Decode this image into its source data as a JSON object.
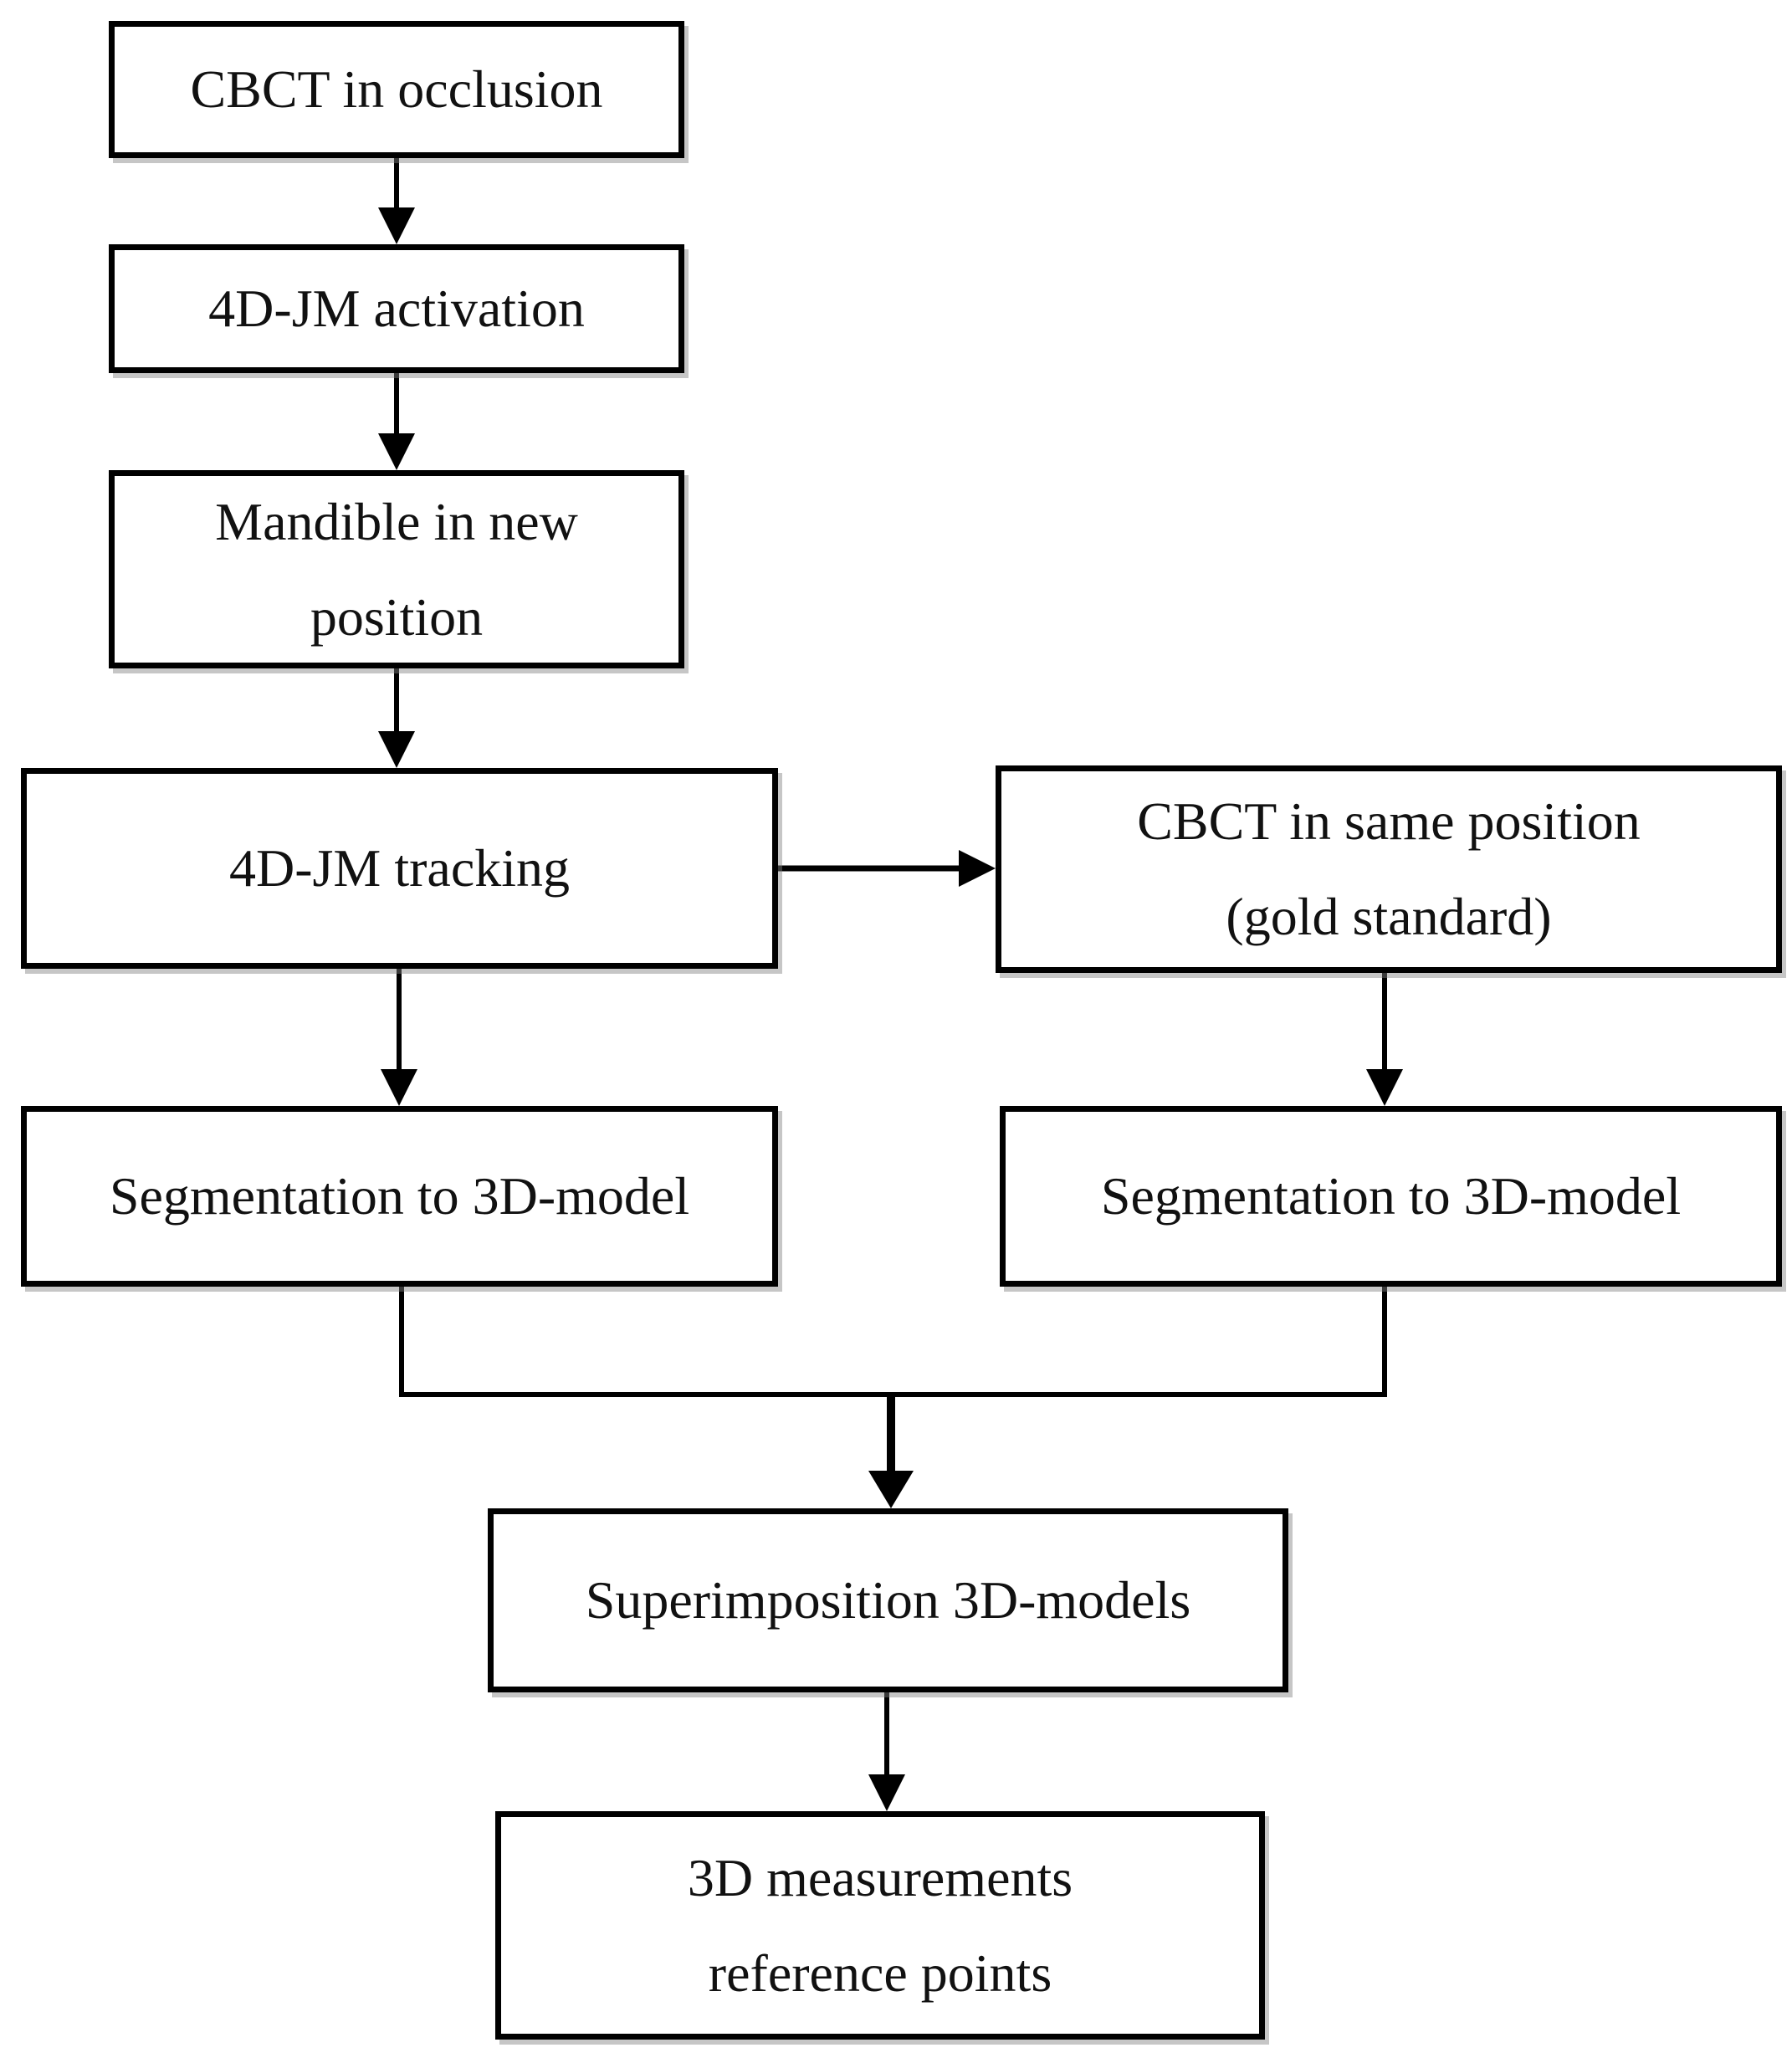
{
  "diagram": {
    "background": "#ffffff",
    "node_border_color": "#000000",
    "node_fill": "#ffffff",
    "text_color": "#111111",
    "arrow_color": "#000000",
    "nodes": {
      "cbct_occlusion": {
        "label": "CBCT in occlusion"
      },
      "jm_activation": {
        "label": "4D-JM activation"
      },
      "mandible_new_position": {
        "lines": [
          "Mandible in new",
          "position"
        ]
      },
      "jm_tracking": {
        "label": "4D-JM tracking"
      },
      "cbct_same_position": {
        "lines": [
          "CBCT in same position",
          "(gold standard)"
        ]
      },
      "segmentation_left": {
        "label": "Segmentation to 3D-model"
      },
      "segmentation_right": {
        "label": "Segmentation to 3D-model"
      },
      "superimposition": {
        "label": "Superimposition 3D-models"
      },
      "measurements": {
        "lines": [
          "3D measurements",
          "reference points"
        ]
      }
    }
  }
}
